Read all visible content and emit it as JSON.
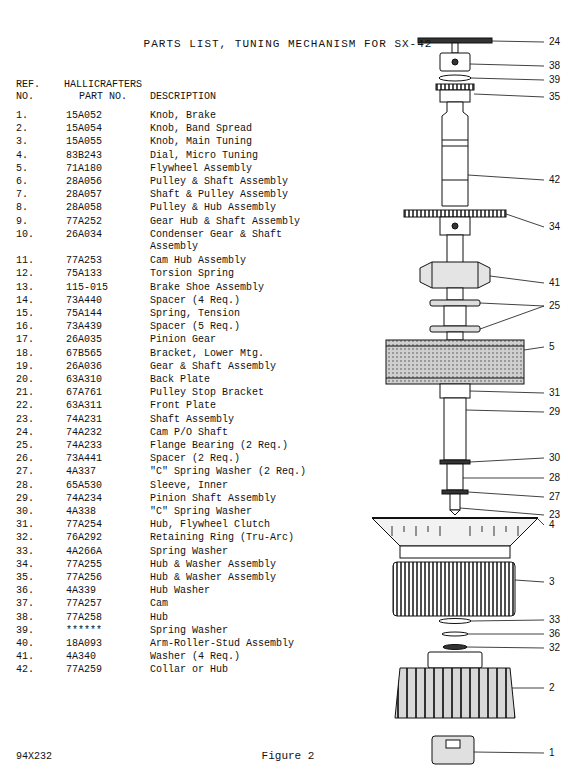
{
  "diagram": {
    "title": "PARTS LIST, TUNING MECHANISM FOR SX-42",
    "caption": "Figure 2",
    "labels": [
      "REF. NO.",
      "HALLICRAFTERS PART NO.",
      "DESCRIPTION",
      "1.",
      "15A052",
      "Knob, Brake",
      "2.",
      "15A054",
      "Knob, Band Spread",
      "3.",
      "15A055",
      "Knob, Main Tuning",
      "4.",
      "83B243",
      "Dial, Micro Tuning",
      "5.",
      "71A180",
      "Flywheel Assembly",
      "6.",
      "28A056",
      "Pulley & Shaft Assembly",
      "7.",
      "28A057",
      "Shaft & Pulley Assembly",
      "8.",
      "28A058",
      "Pulley & Hub Assembly",
      "9.",
      "77A252",
      "Gear Hub & Shaft Assembly",
      "10.",
      "26A034",
      "Condenser Gear & Shaft Assembly",
      "11.",
      "77A253",
      "Cam Hub Assembly",
      "12.",
      "75A133",
      "Torsion Spring",
      "13.",
      "115-015",
      "Brake Shoe Assembly",
      "14.",
      "73A440",
      "Spacer (4 Req.)",
      "15.",
      "75A144",
      "Spring, Tension",
      "16.",
      "73A439",
      "Spacer (5 Req.)",
      "17.",
      "26A035",
      "Pinion Gear",
      "18.",
      "67B565",
      "Bracket, Lower Mtg.",
      "19.",
      "26A036",
      "Gear & Shaft Assembly",
      "20.",
      "63A310",
      "Back Plate",
      "21.",
      "67A761",
      "Pulley Stop Bracket",
      "22.",
      "63A311",
      "Front Plate",
      "23.",
      "74A231",
      "Shaft Assembly",
      "24.",
      "74A232",
      "Cam P/O Shaft",
      "25.",
      "74A233",
      "Flange Bearing (2 Req.)",
      "26.",
      "73A441",
      "Spacer (2 Req.)",
      "27.",
      "4A337",
      "\"C\" Spring Washer (2 Req.)",
      "28.",
      "65A530",
      "Sleeve, Inner",
      "29.",
      "74A234",
      "Pinion Shaft Assembly",
      "30.",
      "4A338",
      "\"C\" Spring Washer",
      "31.",
      "77A254",
      "Hub, Flywheel Clutch",
      "32.",
      "76A292",
      "Retaining Ring (Tru-Arc)",
      "33.",
      "4A266A",
      "Spring Washer",
      "34.",
      "77A255",
      "Hub & Washer Assembly",
      "35.",
      "77A256",
      "Hub & Washer Assembly",
      "36.",
      "4A339",
      "Hub Washer",
      "37.",
      "77A257",
      "Cam",
      "38.",
      "77A258",
      "Hub",
      "39.",
      "******",
      "Spring Washer",
      "40.",
      "18A093",
      "Arm-Roller-Stud Assembly",
      "41.",
      "4A340",
      "Washer (4 Req.)",
      "42.",
      "77A259",
      "Collar or Hub",
      "24",
      "38",
      "39",
      "35",
      "42",
      "34",
      "41",
      "25",
      "5",
      "31",
      "29",
      "30",
      "28",
      "27",
      "23",
      "4",
      "3",
      "33",
      "36",
      "32",
      "2",
      "1",
      "94X232"
    ]
  }
}
